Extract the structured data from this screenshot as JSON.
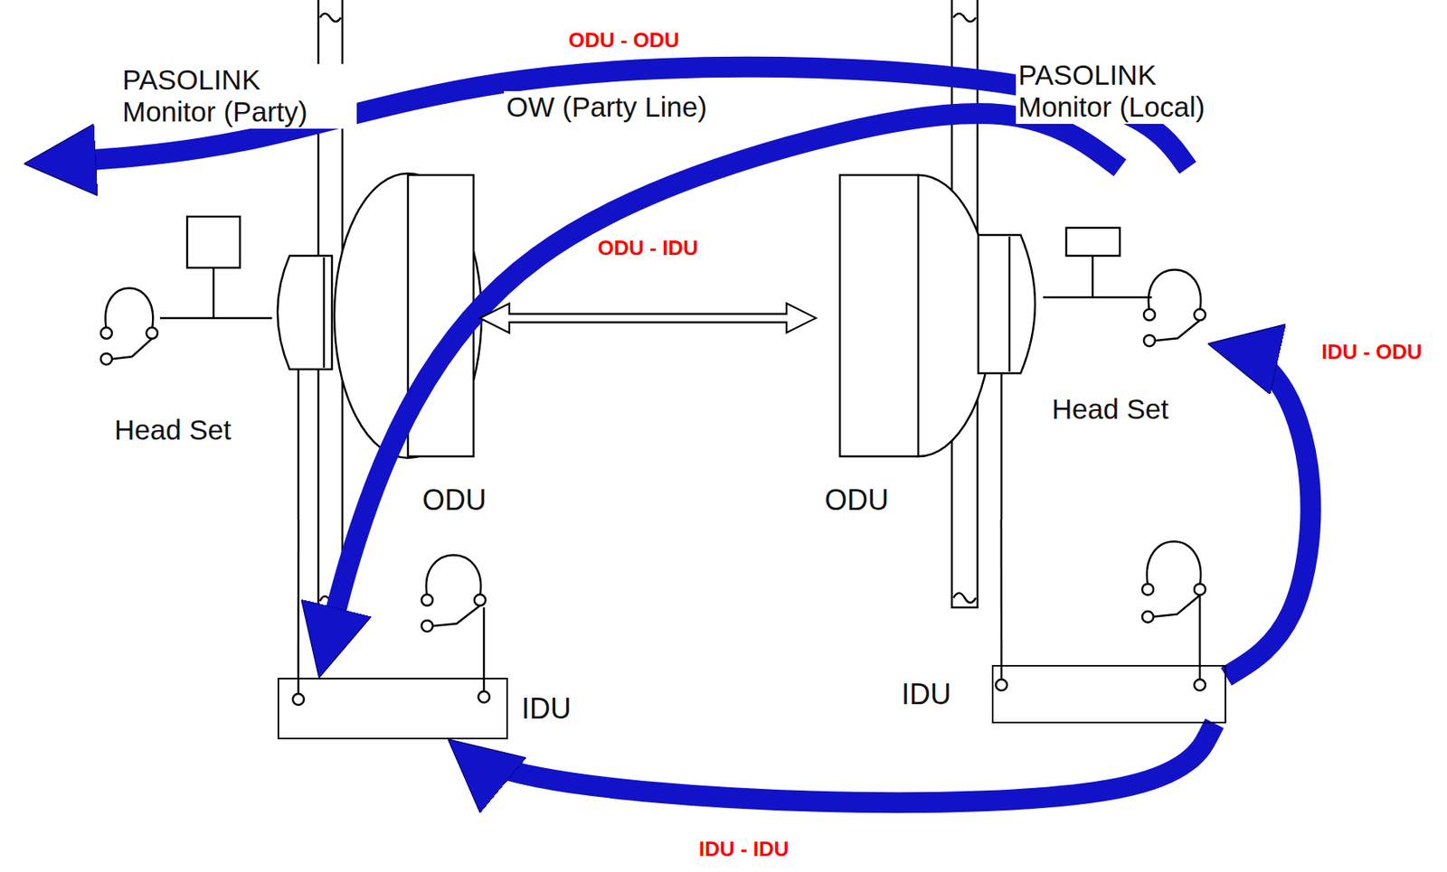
{
  "diagram": {
    "nodes": [
      {
        "text": [
          "ODU"
        ]
      },
      {
        "text": [
          "ODU"
        ]
      },
      {
        "text": [
          "IDU"
        ]
      },
      {
        "text": [
          "IDU"
        ]
      }
    ],
    "edges": [
      {
        "from": 1,
        "to": 0,
        "arrow": "to",
        "label": "ODU - ODU"
      },
      {
        "from": 1,
        "to": 2,
        "arrow": "to",
        "label": "ODU - IDU"
      },
      {
        "from": 3,
        "to": 1,
        "arrow": "to",
        "label": "IDU - ODU"
      },
      {
        "from": 3,
        "to": 2,
        "arrow": "to",
        "label": "IDU - IDU"
      },
      {
        "from": 0,
        "to": 1,
        "arrow": "both"
      },
      {
        "from": 2,
        "to": 0,
        "arrow": "none"
      },
      {
        "from": 3,
        "to": 1,
        "arrow": "none"
      }
    ],
    "labels": [
      "PASOLINK Monitor (Party)",
      "OW (Party Line)",
      "PASOLINK Monitor (Local)",
      "Head Set",
      "Head Set"
    ]
  }
}
